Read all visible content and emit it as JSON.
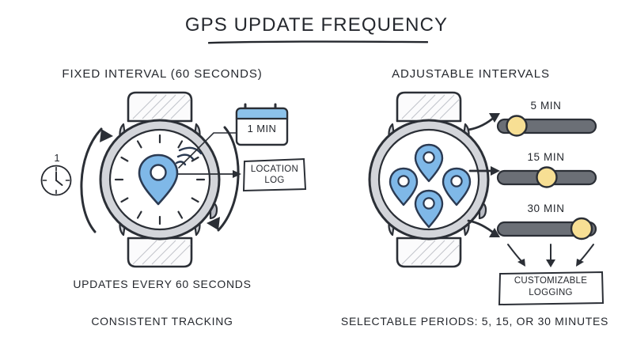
{
  "page": {
    "title": "GPS UPDATE FREQUENCY",
    "background_color": "#ffffff",
    "ink_color": "#2b2f36"
  },
  "palette": {
    "ink": "#2b2f36",
    "watch_body": "#d9dade",
    "watch_face": "#ffffff",
    "pin_blue": "#7fb8e8",
    "pin_outline": "#2b3a52",
    "slider_track": "#6b6f76",
    "slider_knob": "#f7df94",
    "calendar_header": "#8cc2ea"
  },
  "left_panel": {
    "heading": "FIXED INTERVAL (60 SECONDS)",
    "clock": {
      "icon": "clock-icon",
      "number": "1"
    },
    "watch": {
      "icon": "smartwatch-icon",
      "face_content": "single-location-pin-with-signal-waves",
      "pin_count": 1,
      "tick_marks": 12,
      "rotation_arrows": 2
    },
    "badge": {
      "icon": "calendar-icon",
      "label": "1 MIN"
    },
    "location_log": {
      "line1": "LOCATION",
      "line2": "LOG"
    },
    "caption_1": "UPDATES EVERY 60 SECONDS",
    "caption_2": "CONSISTENT TRACKING"
  },
  "right_panel": {
    "heading": "ADJUSTABLE INTERVALS",
    "watch": {
      "icon": "smartwatch-icon",
      "face_content": "four-location-pins",
      "pin_count": 4
    },
    "sliders": [
      {
        "label": "5 MIN",
        "knob_position_pct": 18,
        "value": 5,
        "unit": "MIN"
      },
      {
        "label": "15 MIN",
        "knob_position_pct": 50,
        "value": 15,
        "unit": "MIN"
      },
      {
        "label": "30 MIN",
        "knob_position_pct": 86,
        "value": 30,
        "unit": "MIN"
      }
    ],
    "customizable_logging": {
      "line1": "CUSTOMIZABLE",
      "line2": "LOGGING",
      "incoming_arrows": 3
    },
    "caption_2": "SELECTABLE PERIODS: 5, 15, OR 30 MINUTES"
  }
}
